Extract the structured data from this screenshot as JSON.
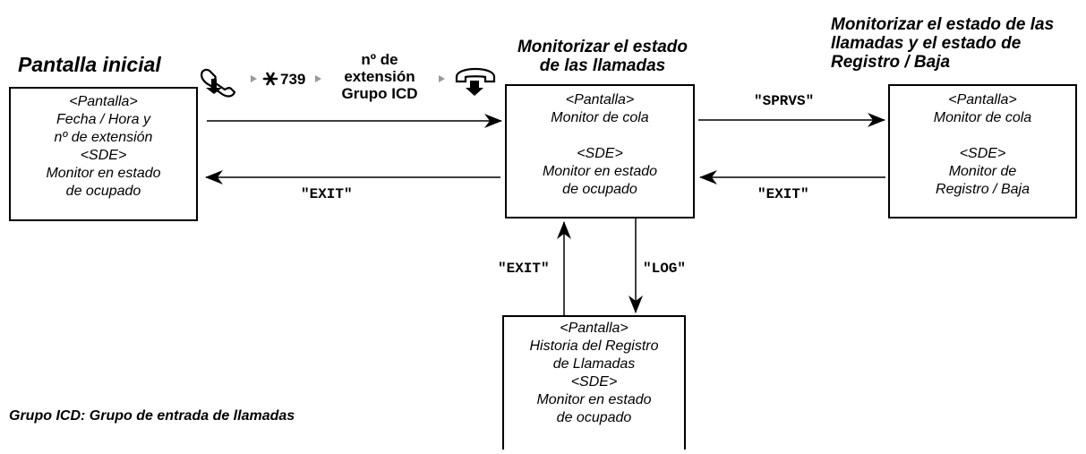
{
  "titles": {
    "initial": "Pantalla inicial",
    "monitor_calls": [
      "Monitorizar el estado",
      "de las llamadas"
    ],
    "monitor_calls_log": [
      "Monitorizar el estado de las",
      "llamadas y el estado de",
      "Registro / Baja"
    ]
  },
  "operation": {
    "feature_code": "739",
    "group_ext": [
      "nº de",
      "extensión",
      "Grupo ICD"
    ]
  },
  "boxes": {
    "initial": [
      "<Pantalla>",
      "Fecha / Hora y",
      "nº de extensión",
      "<SDE>",
      "Monitor en estado",
      "de ocupado"
    ],
    "monitor_calls": [
      "<Pantalla>",
      "Monitor de cola",
      "",
      "<SDE>",
      "Monitor en estado",
      "de ocupado"
    ],
    "monitor_calls_log": [
      "<Pantalla>",
      "Monitor de cola",
      "",
      "<SDE>",
      "Monitor de",
      "Registro / Baja"
    ],
    "history": [
      "<Pantalla>",
      "Historia del Registro",
      "de Llamadas",
      "<SDE>",
      "Monitor en estado",
      "de ocupado"
    ]
  },
  "commands": {
    "sprvs": "\"SPRVS\"",
    "exit_right": "\"EXIT\"",
    "exit_left": "\"EXIT\"",
    "exit_up": "\"EXIT\"",
    "log": "\"LOG\""
  },
  "footnote": "Grupo ICD: Grupo de entrada de llamadas"
}
